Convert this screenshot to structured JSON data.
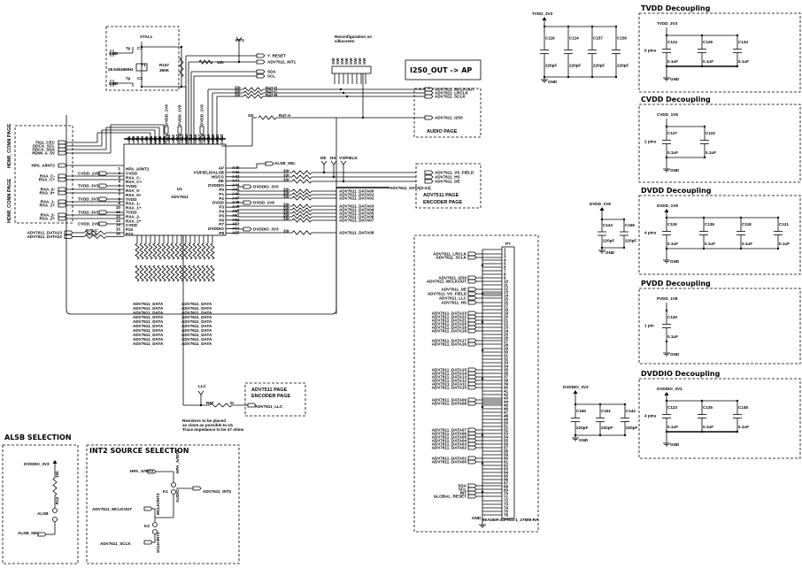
{
  "io_box": "I2S0_OUT -> AP",
  "crystal": {
    "net": "XTAL1",
    "ref": "Y1",
    "value": "28.63636MHz",
    "r_ref": "R147",
    "r_val": "390K",
    "c1": "C1",
    "c2": "C2",
    "c_val": "7p",
    "gnd": "GND"
  },
  "hdmi_page": {
    "label": "HDMI_CONN PAGE",
    "label2": "HDMI_CONN PAGE",
    "nets": [
      "7611_CEC",
      "DDCA_SCL",
      "DDCA_SDA",
      "HDMI_A_5V",
      "HPA_A/INT2",
      "RXA_C-",
      "RXA_C+",
      "RXA_0-",
      "RXA_0+",
      "RXA_1-",
      "RXA_1+",
      "RXA_2-",
      "RXA_2+"
    ]
  },
  "u1": {
    "ref": "U1",
    "part": "ADV7611",
    "left_pins": [
      "HPA_A/INT2",
      "CVDD",
      "RXA_C-",
      "RXA_C+",
      "TVDD",
      "RXA_0-",
      "RXA_0+",
      "TVDD",
      "RXA_1-",
      "RXA_1+",
      "TVDD",
      "RXA_2-",
      "RXA_2+",
      "CVDD",
      "P22",
      "P23"
    ],
    "right_pins": [
      "AP",
      "VS/FIELD/ALSB",
      "HS/CS",
      "DE",
      "DVDDIO",
      "P0",
      "P1",
      "P2",
      "DVDD",
      "P3",
      "P4",
      "P5",
      "P6",
      "P7",
      "DVDDIO",
      "P8"
    ],
    "left_power": [
      "CVDD_1V8",
      "TVDD_3V3",
      "TVDD_3V3",
      "TVDD_3V3",
      "CVDD_1V8"
    ],
    "top_power": [
      "DVDD_1V8",
      "PVDD_1V8",
      "DVDD_1V8"
    ]
  },
  "left_data": [
    "ADV7611_DATA23",
    "ADV7611_DATA22"
  ],
  "left_res": [
    "R78-C",
    "R78-D"
  ],
  "top": {
    "nets": [
      "Y_RESET",
      "ADV7611_INT1",
      "SDA",
      "SCL"
    ],
    "int_flag": "INT1",
    "r_val": "10k",
    "silk_note": [
      "Reconfiguration on",
      "silkscreen"
    ],
    "res_vals": [
      "33r",
      "33r",
      "33r",
      "33r"
    ],
    "res_refs": [
      "R47-D",
      "R47-C",
      "R47-B",
      "R47-A"
    ]
  },
  "audio": {
    "nets": [
      "ADV7611_MCLKOUT",
      "ADV7611_LRCLK",
      "ADV7611_SCLK",
      "ADV7611_I2S0"
    ],
    "page": "AUDIO PAGE"
  },
  "right": {
    "alsb": "ALSB_SEL",
    "flags": [
      "DE",
      "HS",
      "VS/FIELD"
    ],
    "power": [
      "DVDDIO_3V3",
      "DVDD_1V8",
      "DVDDIO_3V3"
    ],
    "data_nets": [
      "ADV7611_DATA00",
      "ADV7611_DATA01",
      "ADV7611_DATA02",
      "ADV7611_DATA03",
      "ADV7611_DATA04",
      "ADV7611_DATA05",
      "ADV7611_DATA06",
      "ADV7611_DATA07",
      "ADV7611_DATA08"
    ],
    "bus": "ADV7611_DATA[0:23]",
    "enc_nets": [
      "ADV7611_VS_FIELD",
      "ADV7611_HS",
      "ADV7611_DE"
    ],
    "enc_page": [
      "ADV7511 PAGE",
      "ENCODER PAGE"
    ]
  },
  "llc": {
    "flag": "LLC",
    "ref": "R87",
    "val": "0r",
    "net": "ADV7611_LLC",
    "page": [
      "ADV7511 PAGE",
      "ENCODER PAGE"
    ],
    "note": [
      "Resistors to be placed",
      "as close as possible to U1",
      "Trace impedance to be 47 ohms"
    ]
  },
  "header": {
    "ref": "P7",
    "part": "HEADER-40PINS-1_27MM-RA",
    "gnd": "GND",
    "nets": [
      "ADV7611_LRCLK",
      "ADV7611_SCLK",
      "ADV7611_I2S0",
      "ADV7611_MCLKOUT",
      "ADV7611_DE",
      "ADV7611_VS_FIELD",
      "ADV7611_LLC",
      "ADV7611_HS",
      "ADV7611_DATA23",
      "ADV7611_DATA22",
      "ADV7611_DATA21",
      "ADV7611_DATA20",
      "ADV7611_DATA19",
      "ADV7611_DATA18",
      "ADV7611_DATA17",
      "ADV7611_DATA16",
      "ADV7611_DATA15",
      "ADV7611_DATA14",
      "ADV7611_DATA13",
      "ADV7611_DATA12",
      "ADV7611_DATA11",
      "ADV7611_DATA10",
      "ADV7611_DATA09",
      "ADV7611_DATA08",
      "ADV7611_DATA07",
      "ADV7611_DATA06",
      "ADV7611_DATA05",
      "ADV7611_DATA04",
      "ADV7611_DATA03",
      "ADV7611_DATA02",
      "ADV7611_DATA01",
      "ADV7611_DATA00",
      "SDA",
      "SCL",
      "INT",
      "GLOBAL_RESET"
    ]
  },
  "bulk_caps": [
    {
      "rail": "TVDD_3V3",
      "gnd": "GND",
      "caps": [
        {
          "ref": "C116",
          "val": "220pF"
        },
        {
          "ref": "C114",
          "val": "220pF"
        },
        {
          "ref": "C157",
          "val": "220pF"
        },
        {
          "ref": "C156",
          "val": "220pF"
        }
      ]
    },
    {
      "rail": "DVDD_1V8",
      "gnd": "GND",
      "caps": [
        {
          "ref": "C143",
          "val": "220pF"
        },
        {
          "ref": "C166",
          "val": "220pF"
        }
      ]
    },
    {
      "rail": "DVDDIO_3V3",
      "gnd": "GND",
      "caps": [
        {
          "ref": "C160",
          "val": "220pF"
        },
        {
          "ref": "C161",
          "val": "220pF"
        },
        {
          "ref": "C142",
          "val": "220pF"
        }
      ]
    }
  ],
  "decoupling": [
    {
      "title": "TVDD Decoupling",
      "rail": "TVDD_3V3",
      "pins": "6 pins",
      "gnd": "GND",
      "caps": [
        {
          "ref": "C124",
          "val": "0.1uF"
        },
        {
          "ref": "C129",
          "val": "0.1uF"
        },
        {
          "ref": "C134",
          "val": "0.1uF"
        }
      ]
    },
    {
      "title": "CVDD Decoupling",
      "rail": "CVDD_1V8",
      "pins": "2 pins",
      "gnd": "GND",
      "caps": [
        {
          "ref": "C127",
          "val": "0.1uF"
        },
        {
          "ref": "C122",
          "val": "0.1uF"
        }
      ]
    },
    {
      "title": "DVDD Decoupling",
      "rail": "DVDD_1V8",
      "pins": "4 pins",
      "gnd": "GND",
      "caps": [
        {
          "ref": "C119",
          "val": "0.1uF"
        },
        {
          "ref": "C136",
          "val": "0.1uF"
        },
        {
          "ref": "C118",
          "val": "0.1uF"
        },
        {
          "ref": "C121",
          "val": "0.1uF"
        }
      ]
    },
    {
      "title": "PVDD Decoupling",
      "rail": "PVDD_1V8",
      "pins": "1 pin",
      "gnd": "GND",
      "caps": [
        {
          "ref": "C120",
          "val": "0.1uF"
        }
      ]
    },
    {
      "title": "DVDDIO Decoupling",
      "rail": "DVDDIO_3V3",
      "pins": "4 pins",
      "gnd": "GND",
      "caps": [
        {
          "ref": "C123",
          "val": "0.1uF"
        },
        {
          "ref": "C135",
          "val": "0.1uF"
        },
        {
          "ref": "C145",
          "val": "0.1uF"
        }
      ]
    }
  ],
  "alsb": {
    "title": "ALSB SELECTION",
    "rail": "DVDDIO_3V3",
    "r_val": "10k",
    "r_ref": "R12",
    "pin": "ALSB",
    "net": "ALSB_SEL"
  },
  "int2": {
    "title": "INT2 SOURCE SELECTION",
    "nets": [
      "HPA_A/INT2",
      "ADV7611_INT2",
      "ADV7611_MCLKOUT",
      "ADV7611_SCLK"
    ],
    "k1": "K1",
    "k2": "K2",
    "pin_labels": [
      "HPA_A/INT2",
      "AUDIO",
      "MCLK/INT2",
      "SCLK/INT2"
    ]
  }
}
